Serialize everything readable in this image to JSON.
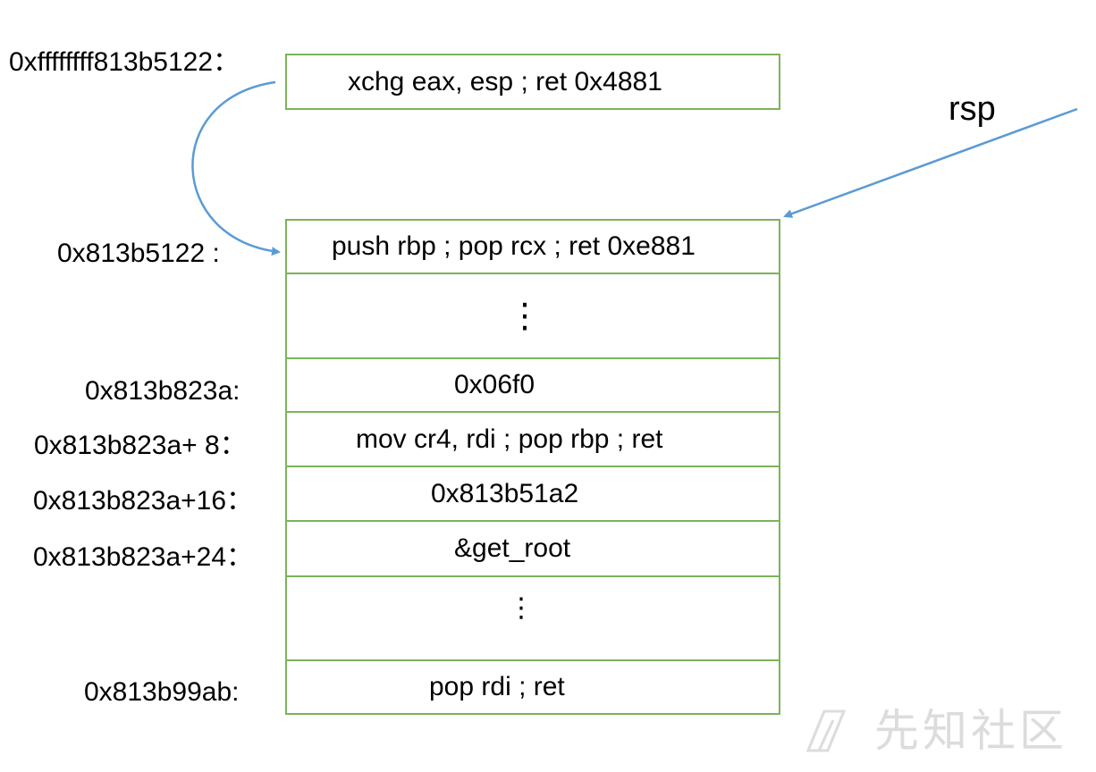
{
  "gadget": {
    "address": "0xffffffff813b5122：",
    "instruction": "xchg eax, esp ; ret 0x4881"
  },
  "rsp_label": "rsp",
  "stack": [
    {
      "address": "0x813b5122 :",
      "value": "push rbp ; pop rcx ; ret 0xe881"
    },
    {
      "address": "",
      "value": "⋮"
    },
    {
      "address": "0x813b823a:",
      "value": "0x06f0"
    },
    {
      "address": "0x813b823a+ 8：",
      "value": "mov cr4, rdi ; pop rbp ; ret"
    },
    {
      "address": "0x813b823a+16：",
      "value": "0x813b51a2"
    },
    {
      "address": "0x813b823a+24：",
      "value": "&get_root"
    },
    {
      "address": "",
      "value": "⋮"
    },
    {
      "address": "0x813b99ab:",
      "value": "pop rdi ; ret"
    }
  ],
  "watermark": "先知社区",
  "colors": {
    "border": "#7cb35a",
    "arrow": "#5b9bd5",
    "watermark": "#dcdcdc"
  }
}
